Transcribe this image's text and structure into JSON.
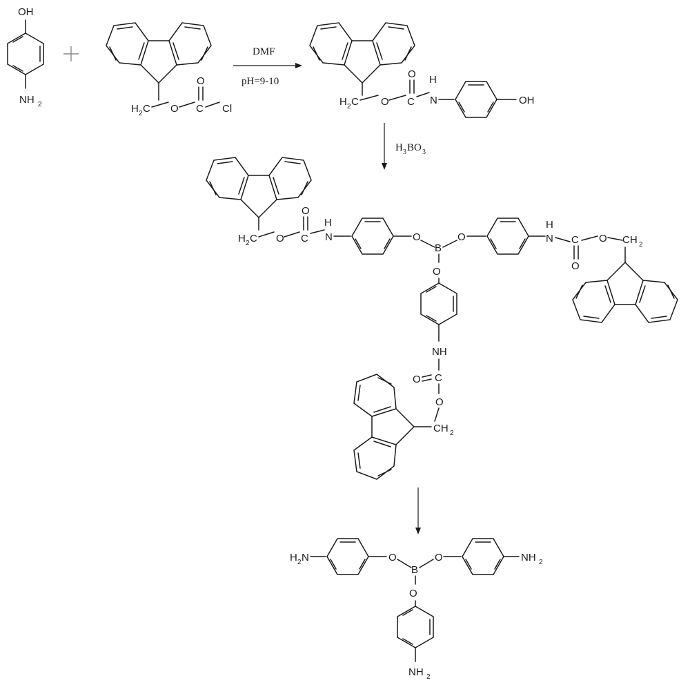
{
  "labels": {
    "oh": "OH",
    "o": "O",
    "c": "C",
    "cl": "Cl",
    "b": "B",
    "n": "N",
    "h": "H",
    "nh": "NH",
    "h2": "H",
    "two": "2",
    "three": "3",
    "nh2_n": "NH",
    "h2n_h": "H",
    "h2n_n": "N",
    "ch2_c": "CH",
    "h2c_h": "H",
    "h2c_c": "C"
  },
  "conditions": {
    "solvent": "DMF",
    "ph": "pH=9-10",
    "reagent_h3": "H",
    "reagent_bo": "BO",
    "reagent_3": "3",
    "reagent_sub3": "3"
  },
  "colors": {
    "ink": "#1a1a1a",
    "plus": "#888888"
  }
}
